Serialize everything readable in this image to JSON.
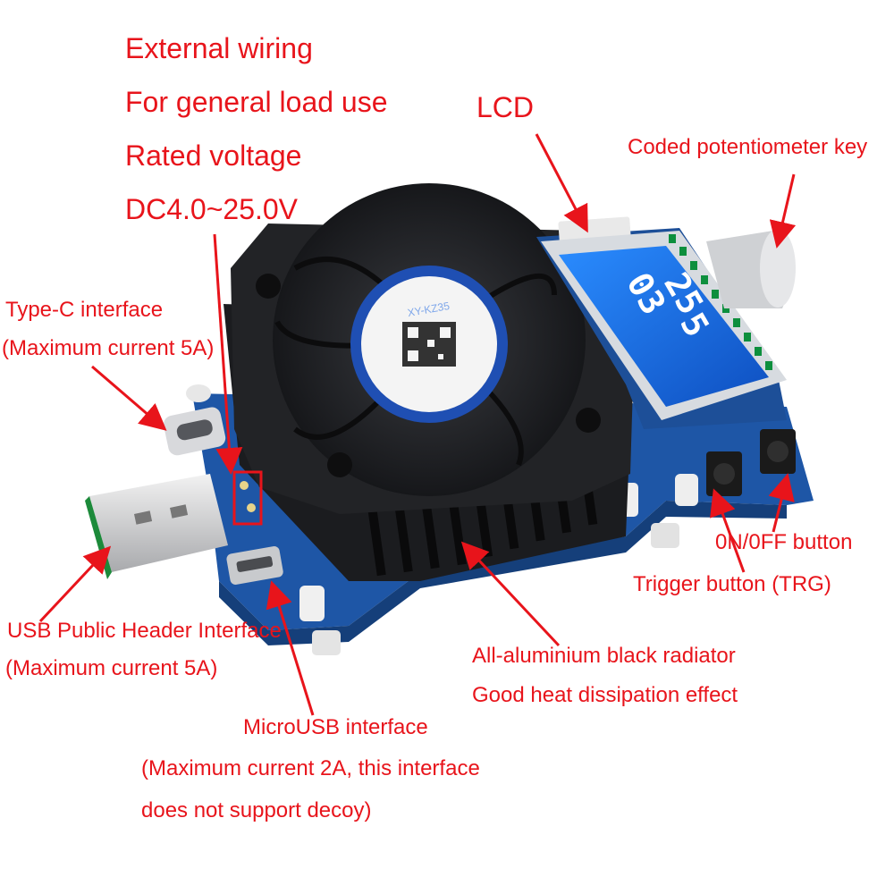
{
  "labels": {
    "header": [
      "External wiring",
      "For general load use",
      "Rated voltage",
      "DC4.0~25.0V"
    ],
    "lcd": "LCD",
    "potentiometer": "Coded potentiometer key",
    "type_c": [
      "Type-C interface",
      "(Maximum current 5A)"
    ],
    "usb": [
      "USB Public Header Interface",
      "(Maximum current 5A)"
    ],
    "micro_usb": [
      "MicroUSB interface",
      "(Maximum current 2A, this interface",
      "does not support decoy)"
    ],
    "radiator": [
      "All-aluminium black radiator",
      "Good heat dissipation effect"
    ],
    "on_off": "0N/0FF button",
    "trigger": "Trigger button (TRG)"
  },
  "device": {
    "fan_sticker_text": "XY-KZ35",
    "lcd_readout": [
      "03",
      "25",
      "5"
    ]
  },
  "colors": {
    "annotation": "#e8141b",
    "pcb": "#1e56a6",
    "lcd_blue": "#1a6fe0",
    "heatsink": "#1b1c1f"
  }
}
